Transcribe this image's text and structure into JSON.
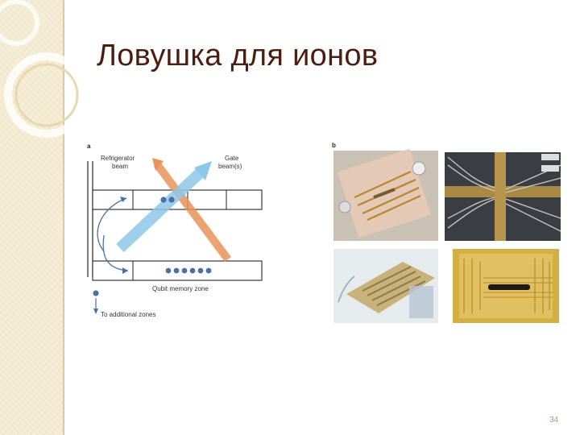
{
  "slide": {
    "title": "Ловушка для ионов",
    "page_number": "34"
  },
  "figure_a": {
    "panel_label": "a",
    "refrigerator_label_line1": "Refrigerator",
    "refrigerator_label_line2": "beam",
    "gate_label_line1": "Gate",
    "gate_label_line2": "beam(s)",
    "memory_zone_label": "Qubit memory zone",
    "additional_zones_label": "To additional zones"
  },
  "figure_b": {
    "panel_label": "b"
  },
  "colors": {
    "title": "#4a1f12",
    "sidebar": "#f3ead0",
    "refrigerator_beam": "#e8935a",
    "gate_beam": "#8ec8e8",
    "ion": "#4a6fa5"
  }
}
